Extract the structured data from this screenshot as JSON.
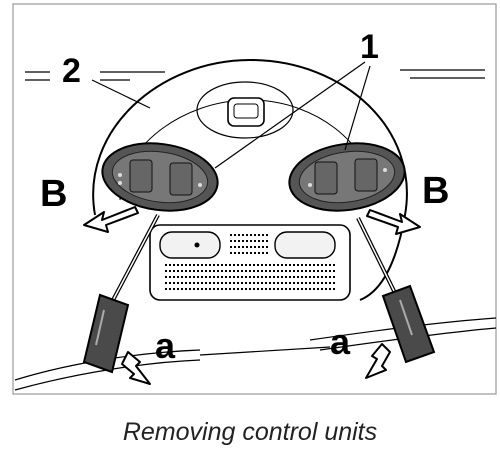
{
  "labels": {
    "part_1": "1",
    "part_2": "2",
    "direction_b": "B",
    "direction_a": "a"
  },
  "caption": "Removing control units",
  "colors": {
    "panel_border": "#999999",
    "line": "#000000",
    "control_unit_fill": "#555555",
    "light_fill": "#f2f2f2"
  }
}
